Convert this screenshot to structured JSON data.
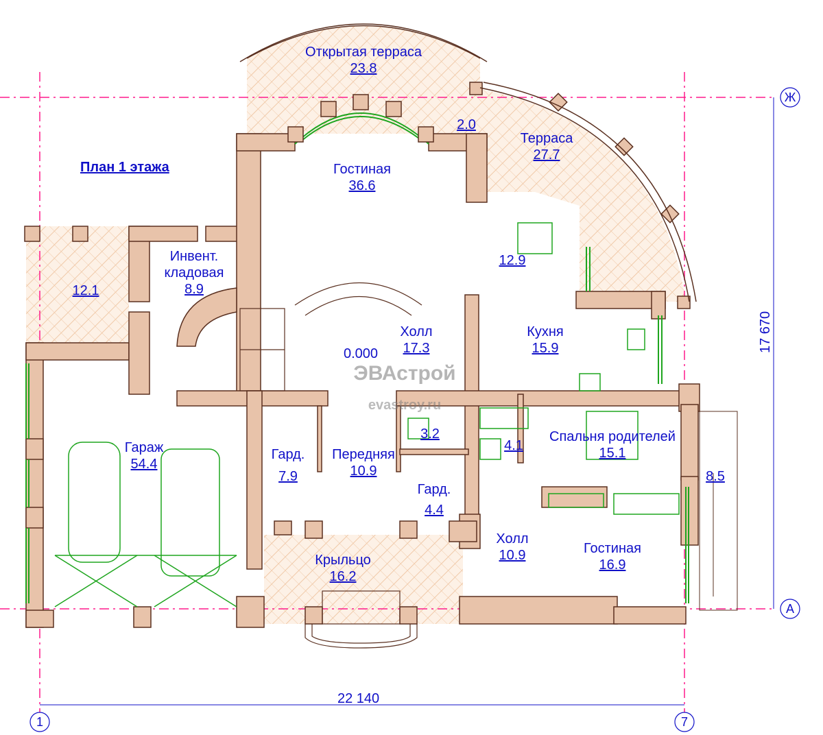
{
  "plan_title": "План 1 этажа",
  "rooms": [
    {
      "name": "Открытая терраса",
      "area": "23.8"
    },
    {
      "name": "Терраса",
      "area": "27.7"
    },
    {
      "name": "Гостиная",
      "area": "36.6"
    },
    {
      "name": "Инвент. кладовая",
      "area": "8.9"
    },
    {
      "name": "",
      "area": "12.1"
    },
    {
      "name": "",
      "area": "12.9"
    },
    {
      "name": "Холл",
      "area": "17.3"
    },
    {
      "name": "Кухня",
      "area": "15.9"
    },
    {
      "name": "Гараж",
      "area": "54.4"
    },
    {
      "name": "Гард.",
      "area": "7.9"
    },
    {
      "name": "Передняя",
      "area": "10.9"
    },
    {
      "name": "",
      "area": "3.2"
    },
    {
      "name": "",
      "area": "4.1"
    },
    {
      "name": "Спальня родителей",
      "area": "15.1"
    },
    {
      "name": "Гард.",
      "area": "4.4"
    },
    {
      "name": "Холл",
      "area": "10.9"
    },
    {
      "name": "Гостиная",
      "area": "16.9"
    },
    {
      "name": "Крыльцо",
      "area": "16.2"
    },
    {
      "name": "",
      "area": "8.5"
    },
    {
      "name": "",
      "area": "2.0"
    }
  ],
  "level_mark": "0.000",
  "dimensions": {
    "width": "22 140",
    "depth": "17 670"
  },
  "axes": {
    "left": "1",
    "right": "7",
    "top": "Ж",
    "bottom": "А"
  },
  "watermark": {
    "brand": "ЭВАстрой",
    "site": "evastroy.ru"
  },
  "colors": {
    "wall": "#e8c3aa",
    "wall_edge": "#5a3020",
    "line": "#1010c8",
    "axis_line": "#ff1a8c",
    "fixture": "#1ea51e",
    "terrace_fill": "#fbeee3"
  }
}
